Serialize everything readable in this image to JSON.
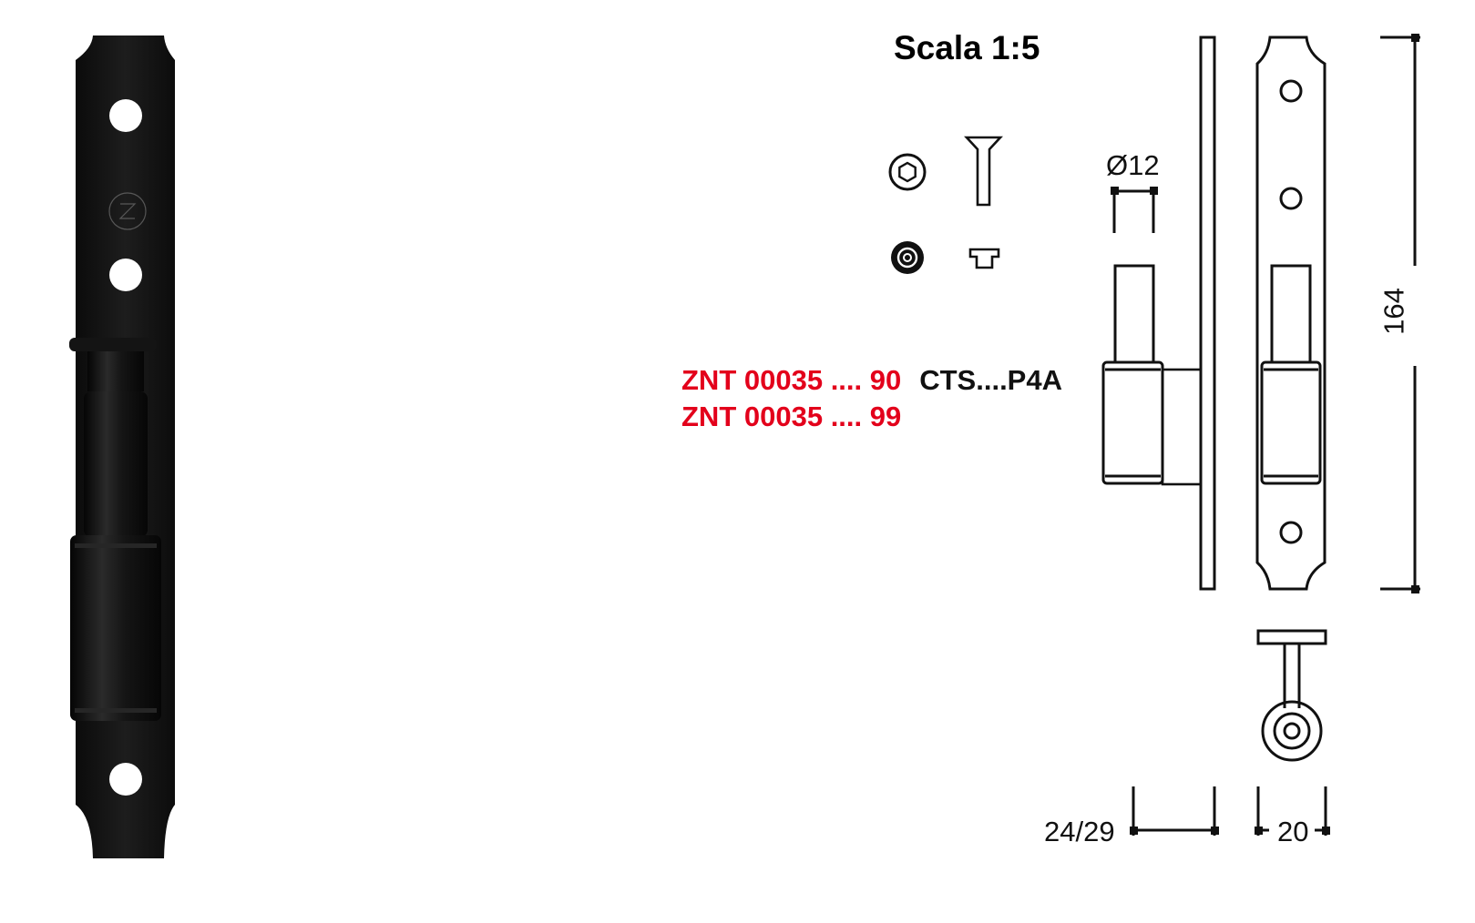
{
  "title": "Scala 1:5",
  "codes": [
    {
      "code": "ZNT 00035 .... 90",
      "suffix": "CTS....P4A"
    },
    {
      "code": "ZNT 00035 .... 99",
      "suffix": ""
    }
  ],
  "dimensions": {
    "diameter": "Ø12",
    "height": "164",
    "offset": "24/29",
    "width": "20"
  },
  "colors": {
    "code_red": "#e3001b",
    "hinge_black": "#141414",
    "line": "#111111"
  },
  "icons": [
    "hinge-photo",
    "hex-socket-screw-top-icon",
    "countersunk-screw-side-icon",
    "cap-top-icon",
    "cap-side-icon"
  ]
}
